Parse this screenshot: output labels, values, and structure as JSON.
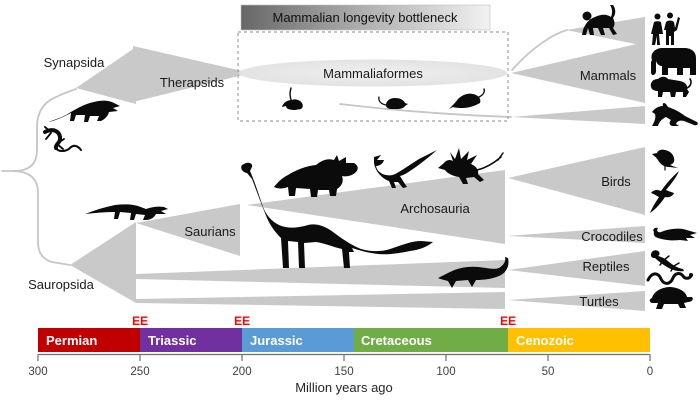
{
  "figure": {
    "title": "Mammalian longevity bottleneck",
    "labels": {
      "synapsida": "Synapsida",
      "therapsids": "Therapsids",
      "mammaliaformes": "Mammaliaformes",
      "mammals": "Mammals",
      "sauropsida": "Sauropsida",
      "saurians": "Saurians",
      "archosauria": "Archosauria",
      "birds": "Birds",
      "crocodiles": "Crocodiles",
      "reptiles": "Reptiles",
      "turtles": "Turtles"
    },
    "ee": {
      "label": "EE",
      "color": "#ff0000",
      "markers": [
        "EE",
        "EE",
        "EE"
      ]
    },
    "timeline": {
      "periods": [
        {
          "name": "Permian",
          "color": "#c00000"
        },
        {
          "name": "Triassic",
          "color": "#7030a0"
        },
        {
          "name": "Jurassic",
          "color": "#5b9bd5"
        },
        {
          "name": "Cretaceous",
          "color": "#70ad47"
        },
        {
          "name": "Cenozoic",
          "color": "#ffc000"
        }
      ],
      "axis": {
        "ticks": [
          "300",
          "250",
          "200",
          "150",
          "100",
          "50",
          "0"
        ],
        "label": "Million years ago"
      }
    },
    "style_colors": {
      "wedge_gray": "#c9c9c9",
      "silhouette_black": "#0b0b0b"
    },
    "silhouettes": [
      "gorgonopsid",
      "salamander",
      "early-archosaur",
      "shrew",
      "mouse",
      "curled-shrew",
      "sauropod",
      "triceratops",
      "theropod",
      "winged-reptile",
      "marine-crocodile",
      "monkey",
      "humans",
      "elephant",
      "lion",
      "kangaroo",
      "perched-bird",
      "soaring-eagle",
      "crocodile",
      "lizard",
      "snake",
      "turtle"
    ]
  }
}
